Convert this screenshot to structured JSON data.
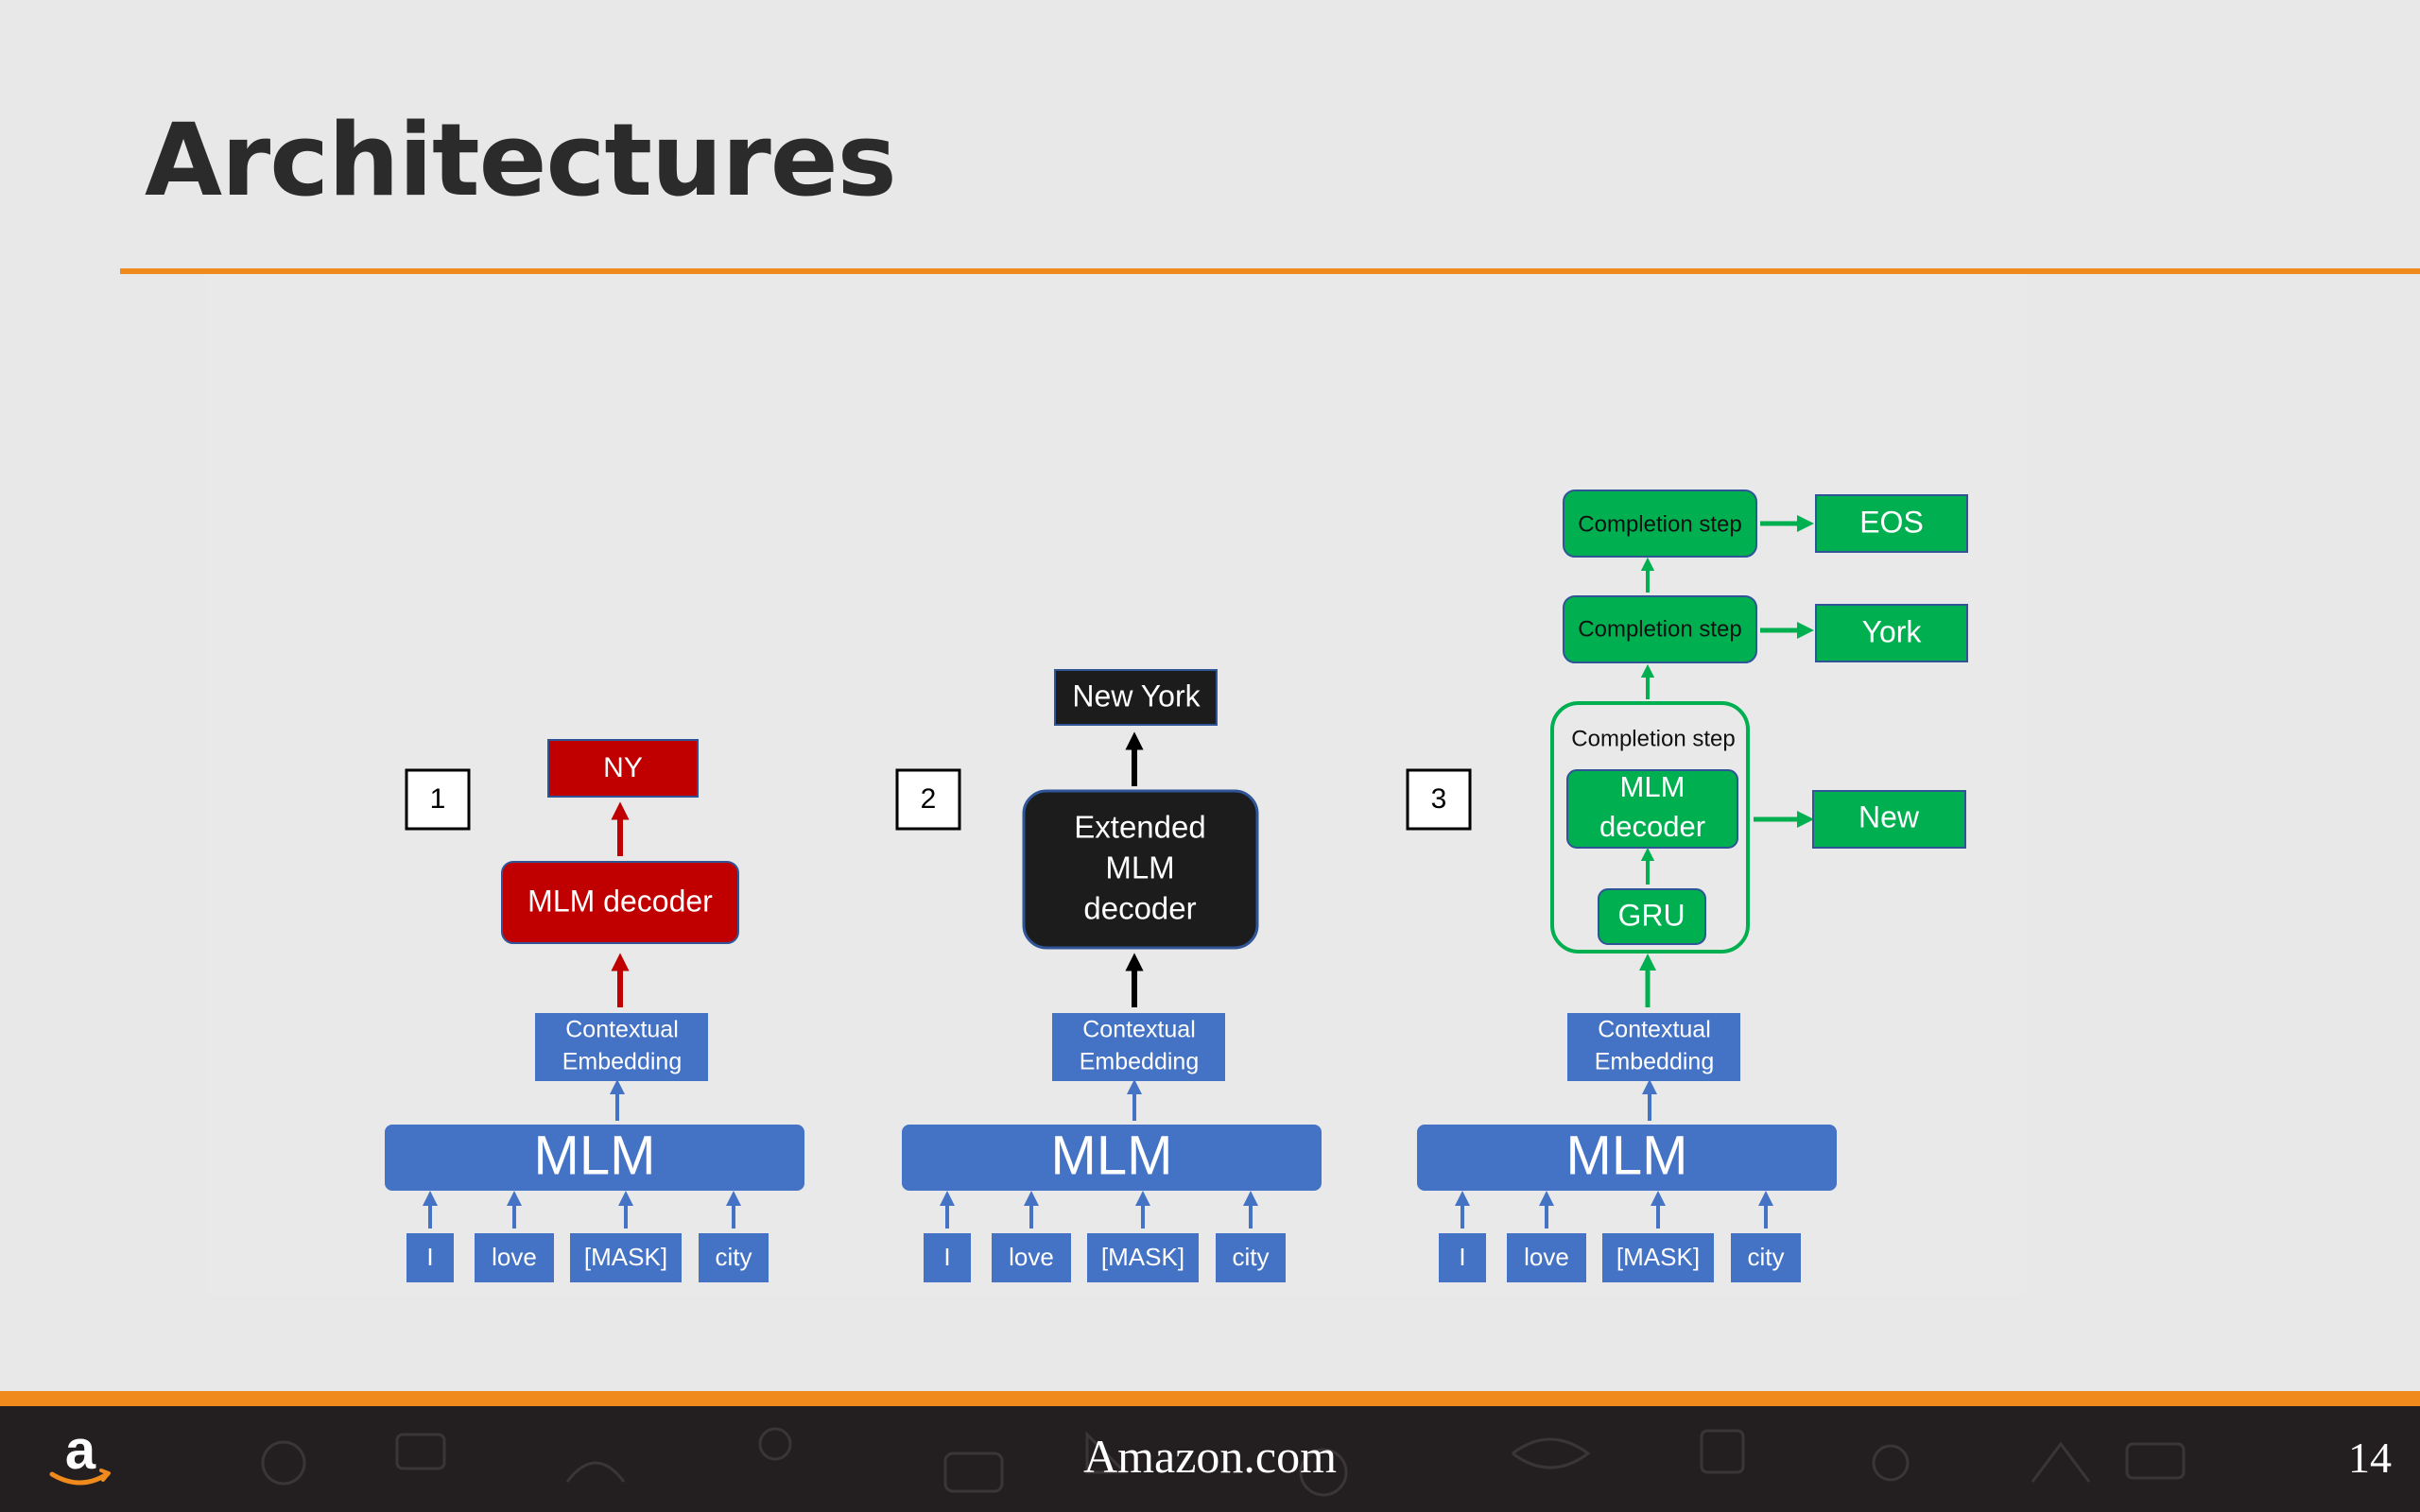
{
  "slide": {
    "title": "Architectures",
    "footer": "Amazon.com",
    "page_number": "14",
    "logo_letter": "a"
  },
  "colors": {
    "accent_orange": "#f08a1c",
    "mlm_blue": "#4472c4",
    "decoder_red": "#c00000",
    "decoder_black": "#1c1c1c",
    "step_green": "#00b050"
  },
  "diagram": {
    "input_tokens": [
      "I",
      "love",
      "[MASK]",
      "city"
    ],
    "mlm_label": "MLM",
    "embedding_label": [
      "Contextual",
      "Embedding"
    ],
    "arch1": {
      "number": "1",
      "decoder_label": "MLM decoder",
      "output": "NY"
    },
    "arch2": {
      "number": "2",
      "decoder_label": [
        "Extended",
        "MLM",
        "decoder"
      ],
      "output": "New York"
    },
    "arch3": {
      "number": "3",
      "step_label": "Completion step",
      "decoder_label": [
        "MLM",
        "decoder"
      ],
      "gru_label": "GRU",
      "outputs": [
        "New",
        "York",
        "EOS"
      ]
    }
  }
}
